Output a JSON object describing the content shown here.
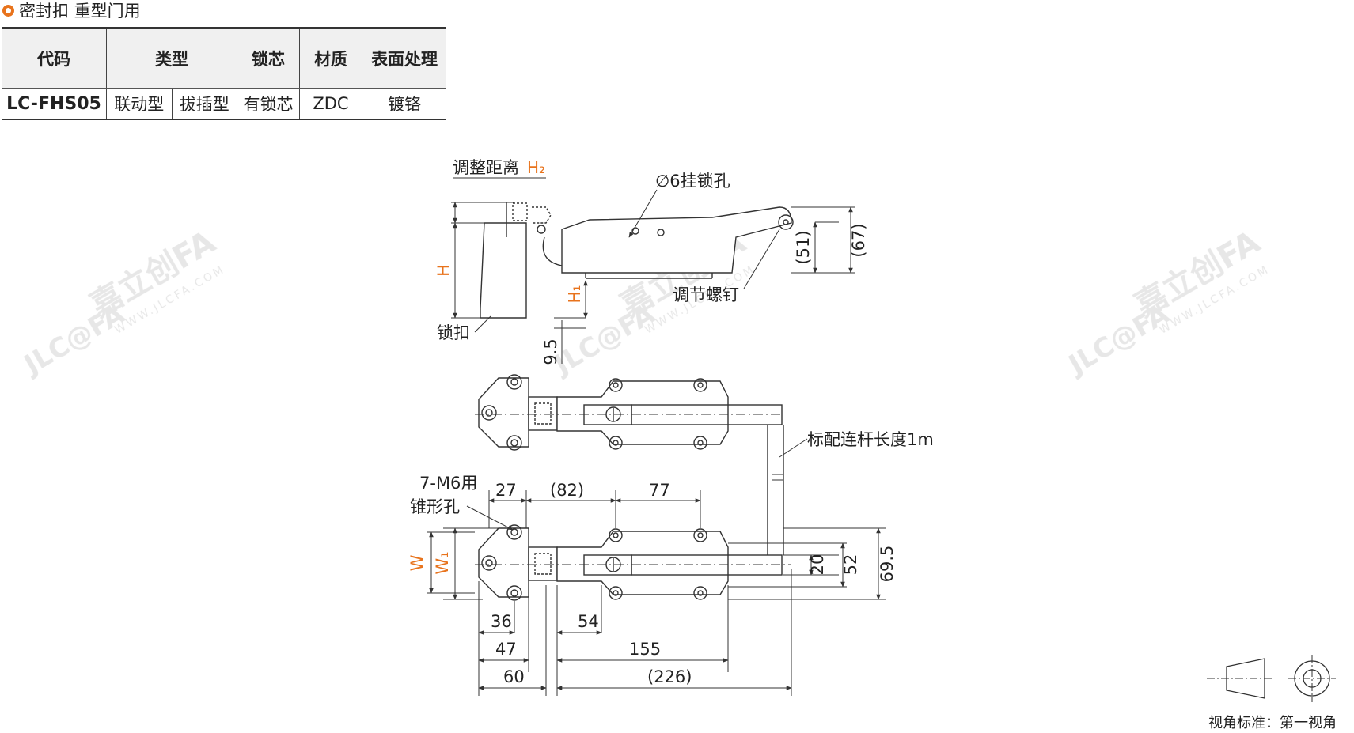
{
  "title": "密封扣 重型门用",
  "table": {
    "headers": {
      "code": "代码",
      "type": "类型",
      "lock": "锁芯",
      "material": "材质",
      "surface": "表面处理"
    },
    "row": {
      "code": "LC-FHS05",
      "type_a": "联动型",
      "type_b": "拔插型",
      "lock": "有锁芯",
      "material": "ZDC",
      "surface": "镀铬"
    }
  },
  "labels": {
    "adjust": "调整距离",
    "h2": "H₂",
    "hole": "∅6挂锁孔",
    "screw": "调节螺钉",
    "buckle": "锁扣",
    "h": "H",
    "h1": "H₁",
    "d95": "9.5",
    "d51": "(51)",
    "d67": "(67)",
    "rod": "标配连杆长度1m",
    "m6_a": "7-M6用",
    "m6_b": "锥形孔",
    "d27": "27",
    "d82": "(82)",
    "d77": "77",
    "w": "W",
    "w1": "W₁",
    "d20": "20",
    "d52": "52",
    "d695": "69.5",
    "d36": "36",
    "d47": "47",
    "d60": "60",
    "d54": "54",
    "d155": "155",
    "d226": "(226)",
    "view": "视角标准：第一视角",
    "wm_cn": "嘉立创FA",
    "wm_en": "WWW.JLCFA.COM",
    "wm_logo": "JLC@FA"
  },
  "colors": {
    "accent": "#e8731c",
    "code": "#2b6fa7",
    "line": "#333333",
    "dim_orange": "#e8731c"
  }
}
